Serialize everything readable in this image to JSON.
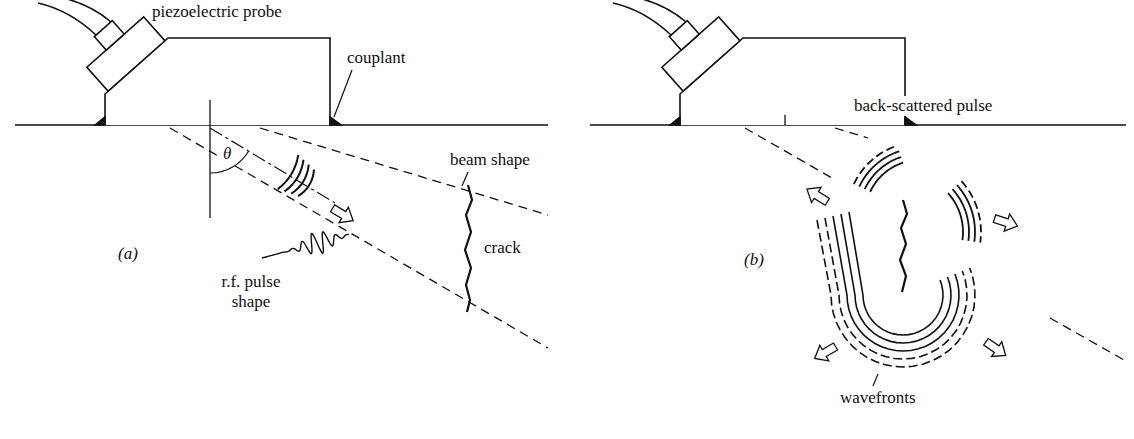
{
  "diagram": {
    "labels": [
      "piezoelectric probe",
      "couplant",
      "θ",
      "beam shape",
      "(a)",
      "r.f. pulse shape",
      "crack",
      "back-scattered pulse",
      "(b)",
      "wavefronts"
    ]
  }
}
